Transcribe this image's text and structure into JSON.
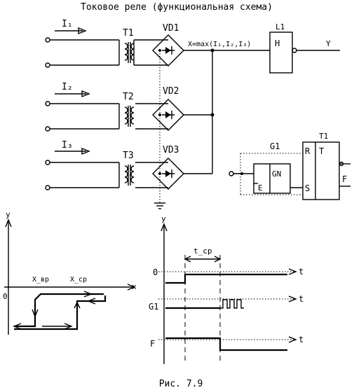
{
  "title": "Токовое реле (функциональная схема)",
  "caption": "Рис. 7.9",
  "inputs": {
    "i1": "I₁",
    "i2": "I₂",
    "i3": "I₃"
  },
  "transformers": [
    "T1",
    "T2",
    "T3"
  ],
  "bridges": [
    "VD1",
    "VD2",
    "VD3"
  ],
  "max_label": "X=max(I₁,I₂,I₃)",
  "l1": {
    "name": "L1",
    "symbol": "H"
  },
  "output_y": "Y",
  "generator": {
    "name": "G1",
    "gn": "GN",
    "enable": "E"
  },
  "trigger": {
    "name": "T1",
    "r": "R",
    "t": "T",
    "s": "S",
    "f": "F"
  },
  "hysteresis": {
    "y_axis": "y",
    "x_axis": "x",
    "origin": "0",
    "x_vz": "X_вр",
    "x_sr": "X_ср"
  },
  "timing": {
    "y_axis": "y",
    "t_sr": "t_ср",
    "rows": [
      "0",
      "G1",
      "F"
    ],
    "t_label": "t"
  }
}
